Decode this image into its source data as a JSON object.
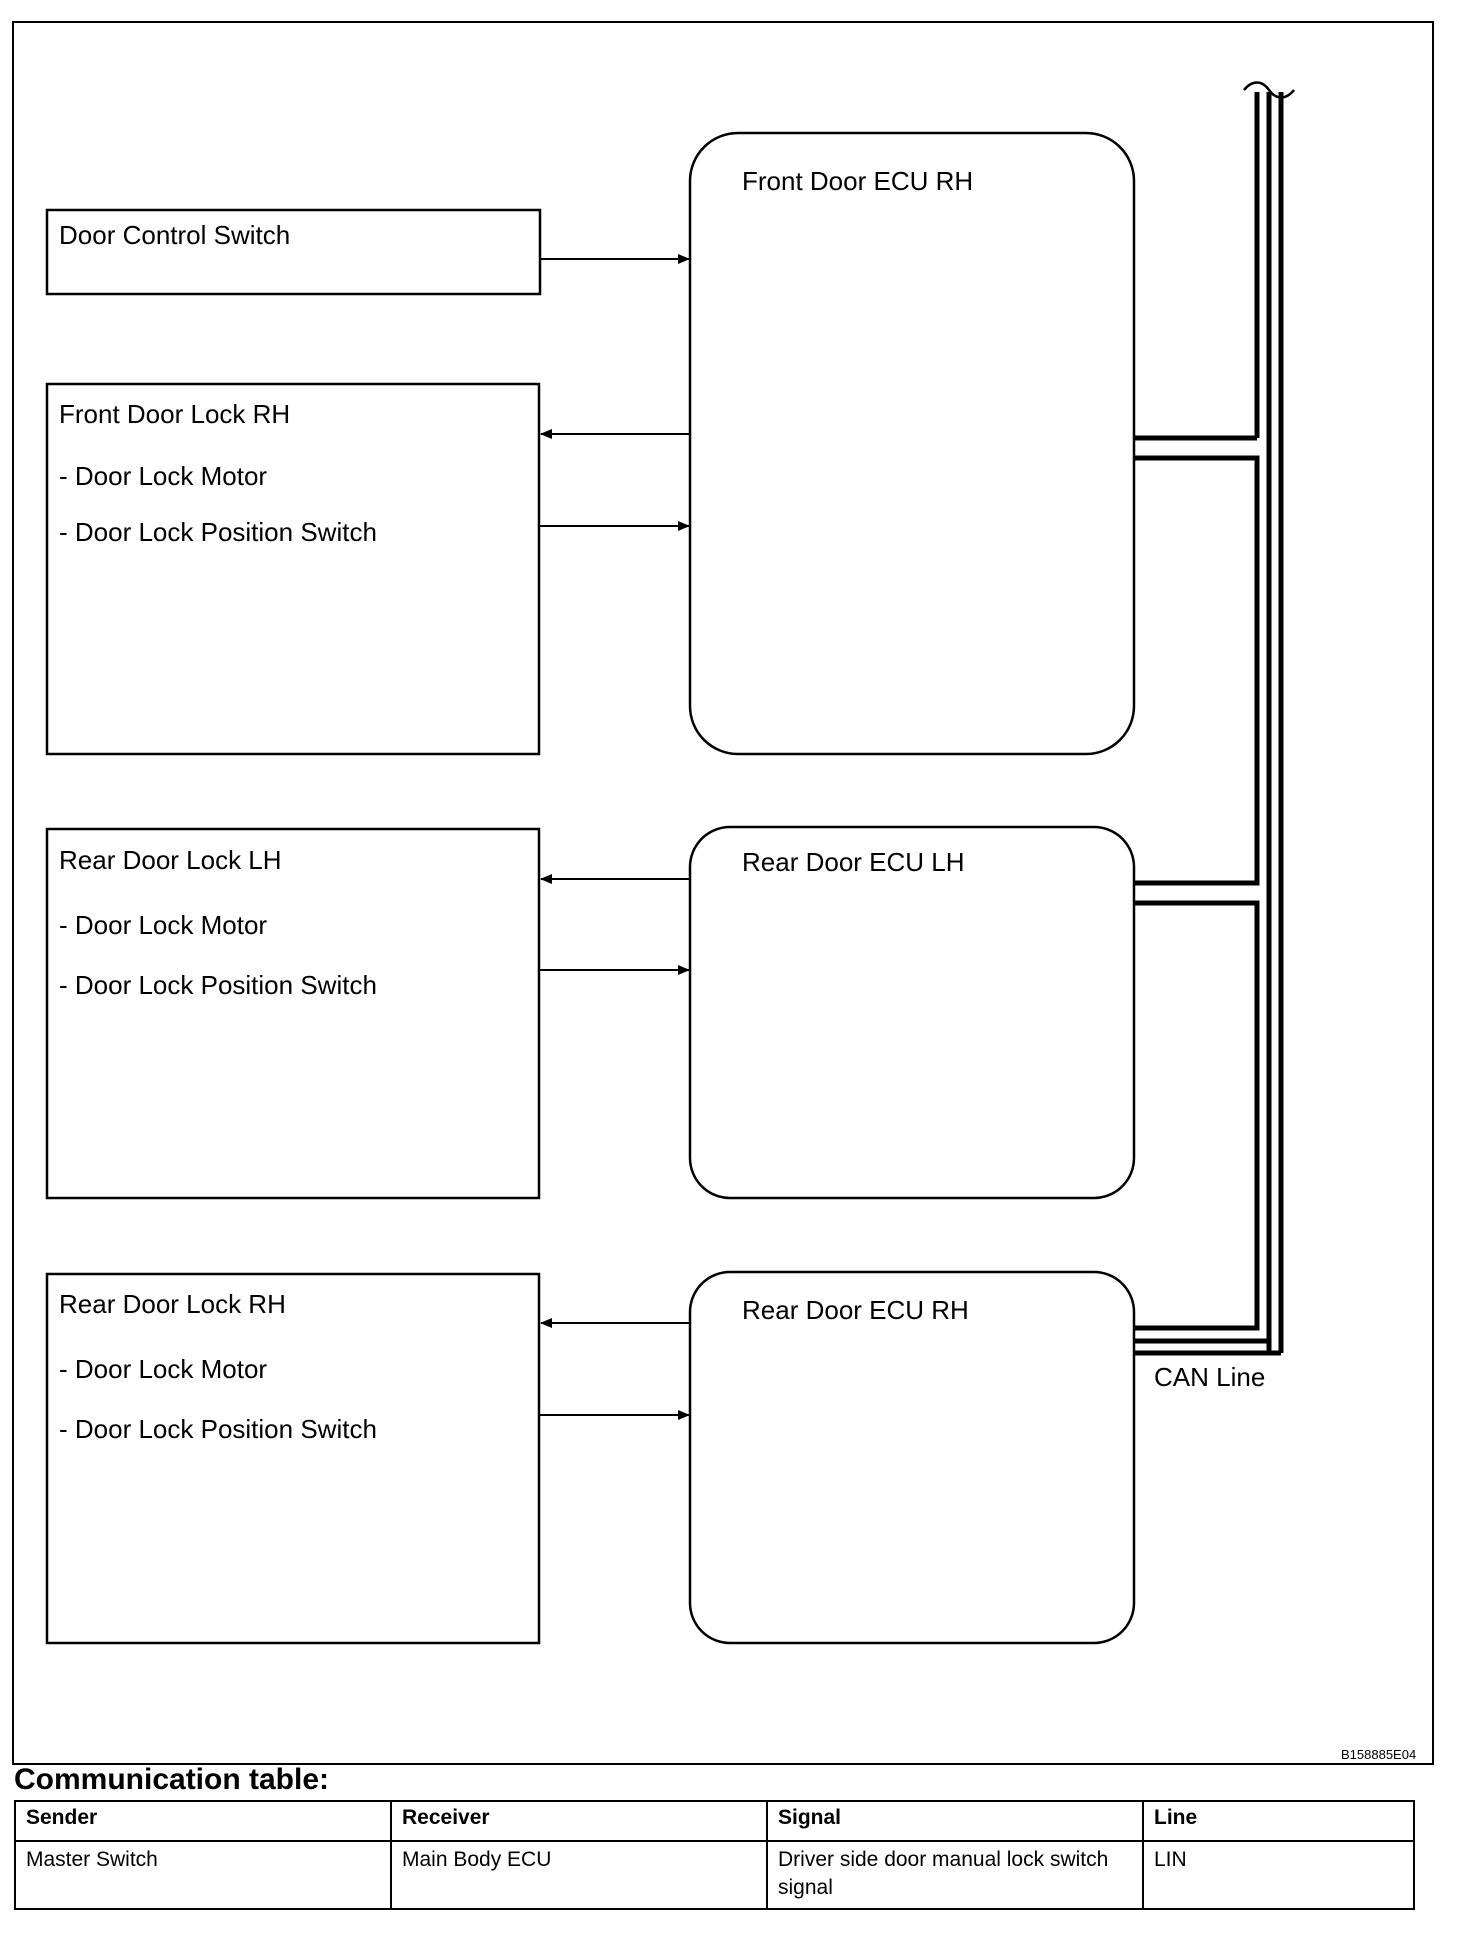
{
  "diagram": {
    "ecus": [
      {
        "name": "Front Door ECU RH"
      },
      {
        "name": "Rear Door ECU LH"
      },
      {
        "name": "Rear Door ECU RH"
      }
    ],
    "components": [
      {
        "title": "Door Control Switch"
      },
      {
        "title": "Front Door Lock RH",
        "items": [
          "- Door Lock Motor",
          "- Door Lock Position Switch"
        ]
      },
      {
        "title": "Rear Door Lock LH",
        "items": [
          "- Door Lock Motor",
          "- Door Lock Position Switch"
        ]
      },
      {
        "title": "Rear Door Lock RH",
        "items": [
          "- Door Lock Motor",
          "- Door Lock Position Switch"
        ]
      }
    ],
    "bus_label": "CAN Line",
    "figure_code": "B158885E04"
  },
  "table": {
    "heading": "Communication table:",
    "columns": [
      "Sender",
      "Receiver",
      "Signal",
      "Line"
    ],
    "rows": [
      [
        "Master Switch",
        "Main Body ECU",
        "Driver side door manual lock switch signal",
        "LIN"
      ]
    ]
  }
}
